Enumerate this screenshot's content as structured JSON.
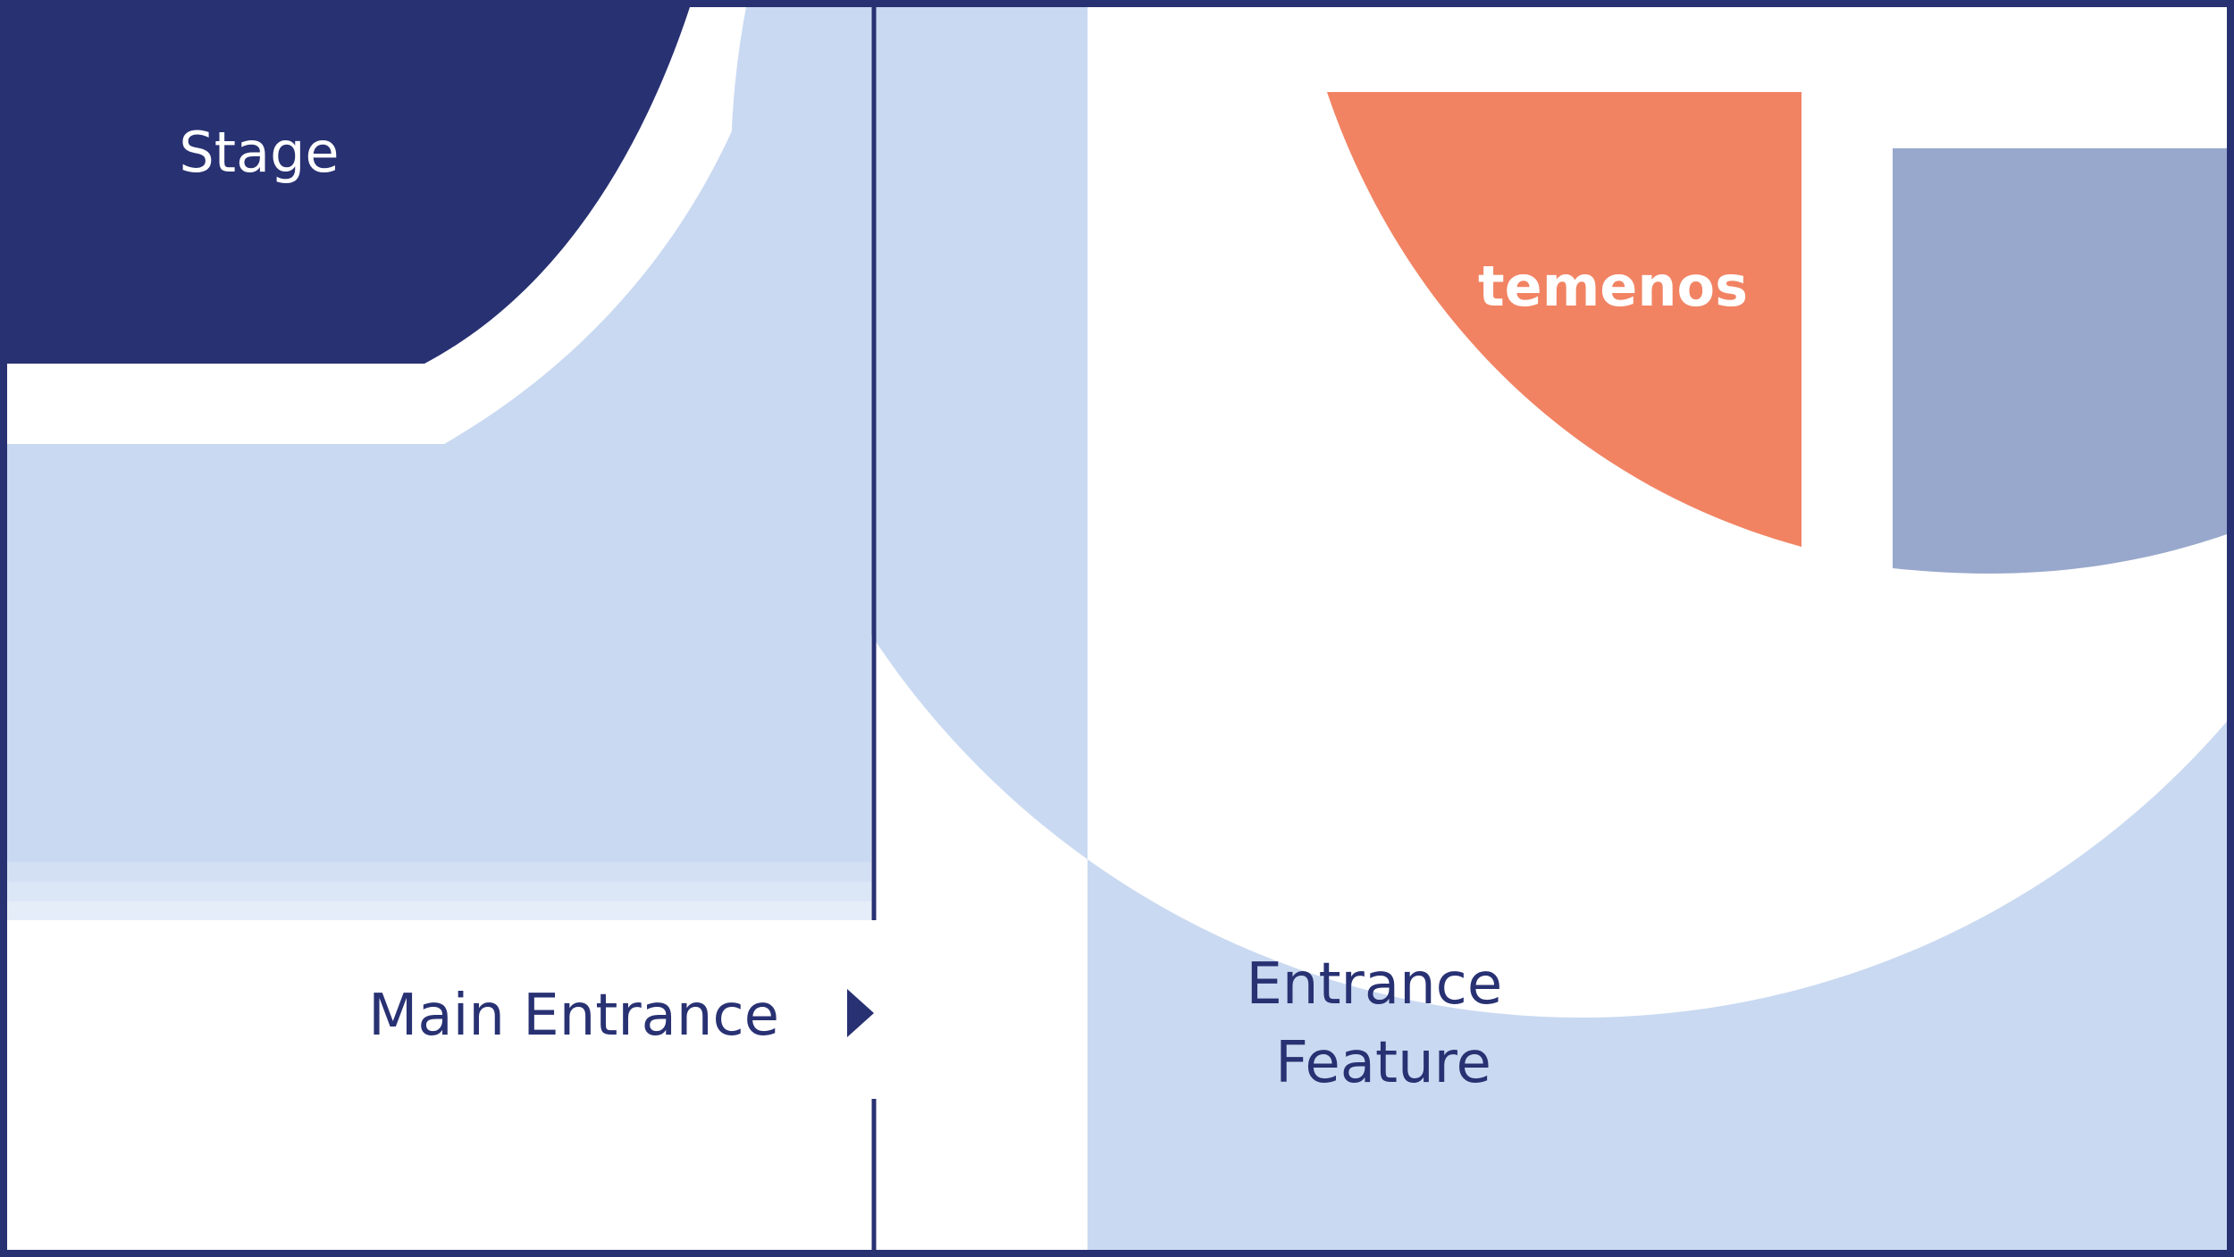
{
  "floor_plan": {
    "stage": {
      "label": "Stage"
    },
    "booths": [
      {
        "label": "temenos",
        "color": "#F18363"
      },
      {
        "label": "",
        "color": "#98A8CC"
      }
    ],
    "main_entrance": {
      "label": "Main Entrance"
    },
    "entrance_feature": {
      "line1": "Entrance",
      "line2": "Feature"
    }
  },
  "colors": {
    "navy": "#283172",
    "light_blue": "#C9D9F1",
    "white": "#FFFFFF",
    "orange": "#F18363",
    "slate": "#98A8CC"
  }
}
